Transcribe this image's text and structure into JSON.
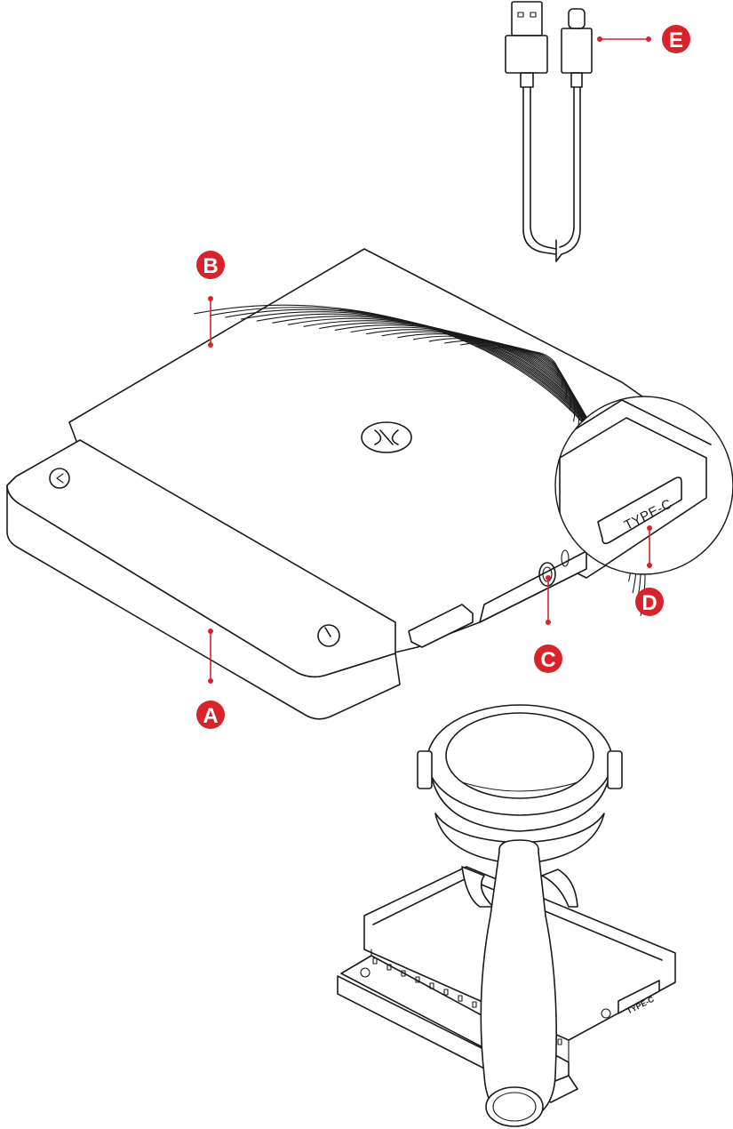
{
  "callouts": {
    "a": "A",
    "b": "B",
    "c": "C",
    "d": "D",
    "e": "E"
  },
  "port_label": "TYPE-C",
  "port_label_small": "TYPE-C",
  "icons": [
    "usb-cable-icon",
    "timer-icon",
    "power-icon",
    "logo-icon",
    "headphone-jack-icon"
  ],
  "colors": {
    "callout": "#d8232a",
    "line": "#1a1a1a",
    "background": "#ffffff"
  }
}
